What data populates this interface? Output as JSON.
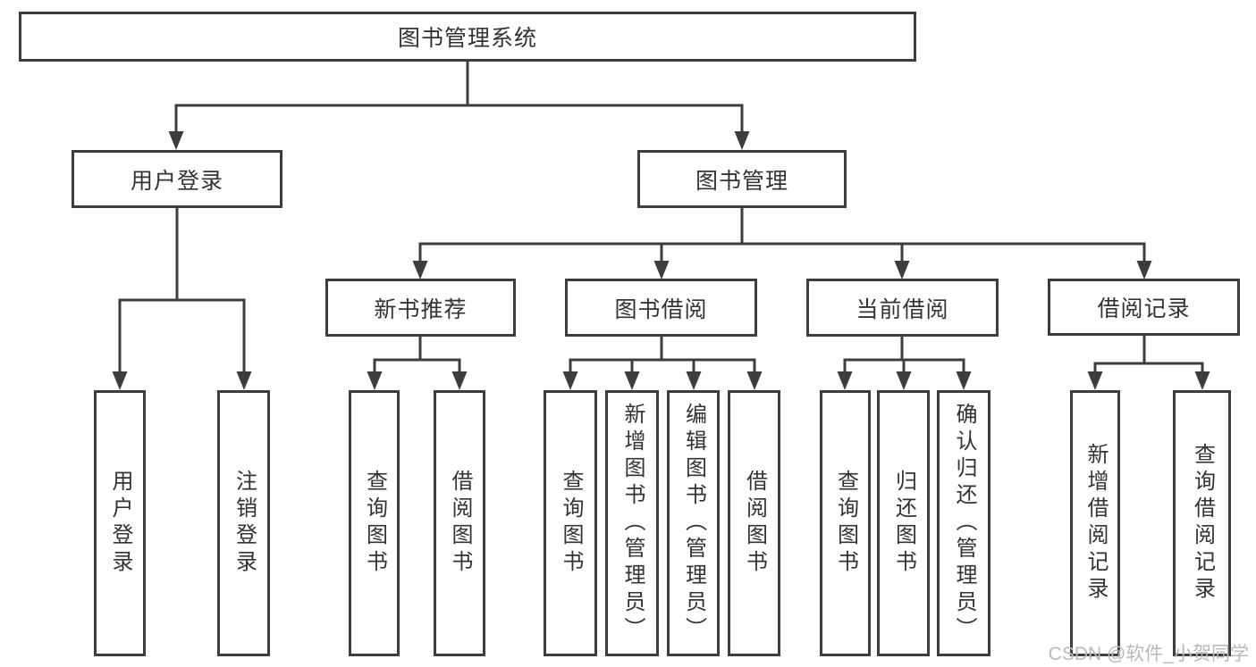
{
  "diagram": {
    "root": "图书管理系统",
    "branches": [
      {
        "label": "用户登录",
        "children": [
          "用户登录",
          "注销登录"
        ]
      },
      {
        "label": "图书管理",
        "children": [
          {
            "label": "新书推荐",
            "children": [
              "查询图书",
              "借阅图书"
            ]
          },
          {
            "label": "图书借阅",
            "children": [
              "查询图书",
              "新增图书（管理员）",
              "编辑图书（管理员）",
              "借阅图书"
            ]
          },
          {
            "label": "当前借阅",
            "children": [
              "查询图书",
              "归还图书",
              "确认归还（管理员）"
            ]
          },
          {
            "label": "借阅记录",
            "children": [
              "新增借阅记录",
              "查询借阅记录"
            ]
          }
        ]
      }
    ],
    "watermark": "CSDN @软件_小贺同学",
    "colors": {
      "line": "#3d3d3d",
      "text": "#333333",
      "watermark": "#b9b9b9",
      "background": "#ffffff"
    }
  }
}
